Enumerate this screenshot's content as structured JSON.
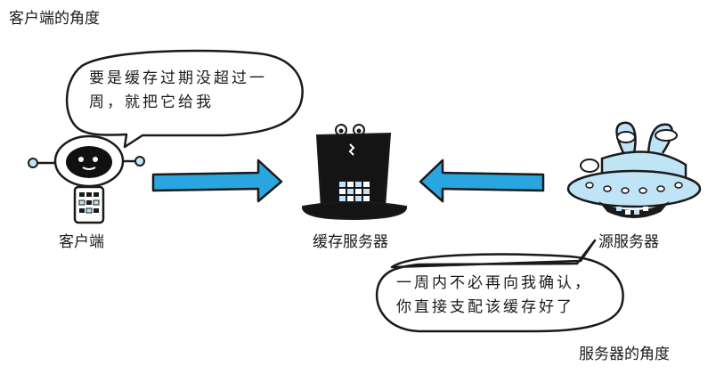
{
  "captions": {
    "client_view": "客户端的角度",
    "server_view": "服务器的角度"
  },
  "nodes": {
    "client": "客户端",
    "cache": "缓存服务器",
    "origin": "源服务器"
  },
  "bubbles": {
    "client_line1": "要是缓存过期没超过一",
    "client_line2": "周，就把它给我",
    "server_line1": "一周内不必再向我确认，",
    "server_line2": "你直接支配该缓存好了"
  },
  "colors": {
    "arrow": "#29a6e0",
    "ink": "#1a1a1a",
    "ufo": "#bfe4f6",
    "robot_face": "#111111"
  }
}
